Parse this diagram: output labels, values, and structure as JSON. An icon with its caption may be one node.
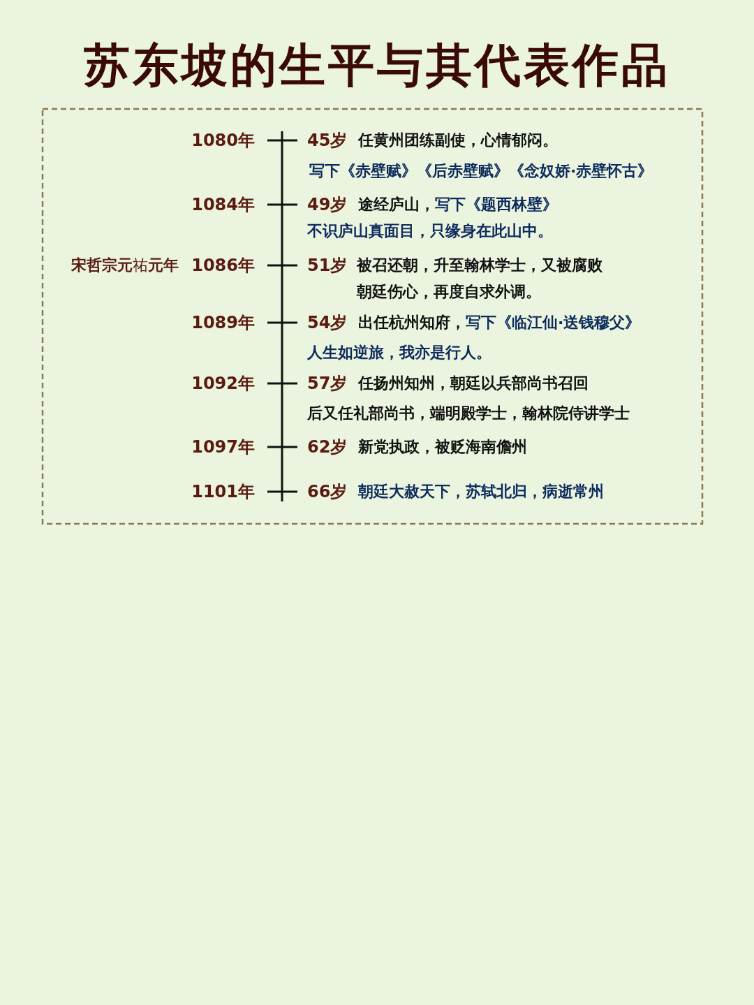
{
  "diagram": {
    "title": "苏东坡的生平与其代表作品",
    "labels": [
      "1080年",
      "45岁",
      "任黄州团练副使，心情郁闷。",
      "写下《赤壁赋》《后赤壁赋》《念奴娇·赤壁怀古》",
      "1084年",
      "49岁",
      "途经庐山，",
      "写下《题西林壁》",
      "不识庐山真面目，只缘身在此山中。",
      "**宋哲宗元**祐**元年**",
      "1086年",
      "51岁",
      "被召还朝，升至翰林学士，又被腐败",
      "朝廷伤心，再度自求外调。",
      "1089年",
      "54岁",
      "出任杭州知府，",
      "写下《临江仙·送钱穆父》",
      "人生如逆旅，我亦是行人。",
      "1092年",
      "57岁",
      "任扬州知州，朝廷以兵部尚书召回",
      "后又任礼部尚书，端明殿学士，翰林院侍讲学士",
      "1097年",
      "62岁",
      "新党执政，被贬海南儋州",
      "1101年",
      "66岁",
      "朝廷大赦天下，苏轼北归，病逝常州"
    ]
  }
}
